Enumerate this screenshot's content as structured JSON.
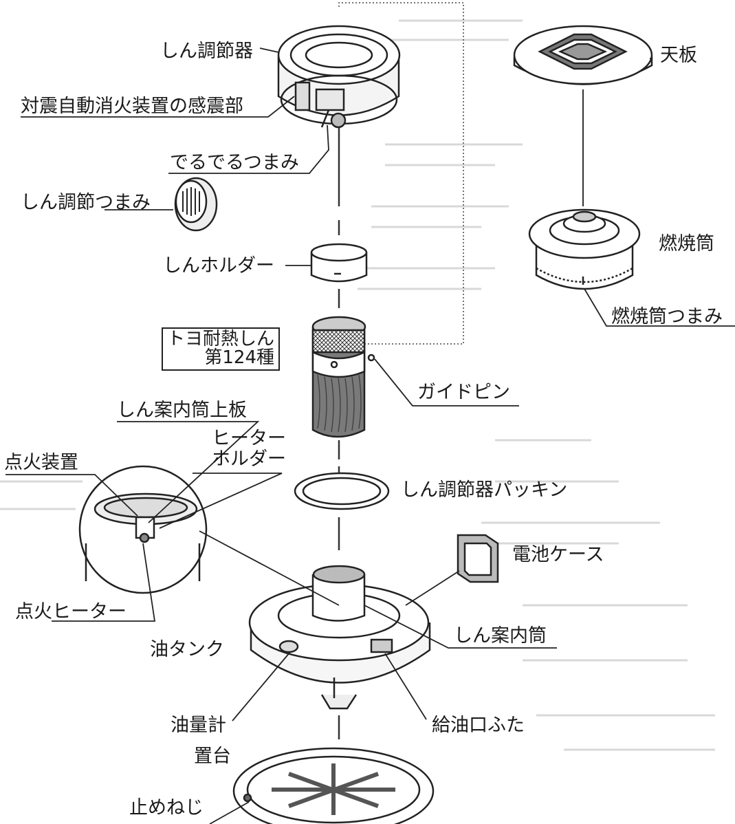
{
  "labels": {
    "shin_chousetsuki": "しん調節器",
    "kanshinbu": "対震自動消火装置の感震部",
    "deruderu": "でるでるつまみ",
    "shin_chousetsu_tsumami": "しん調節つまみ",
    "shin_holder": "しんホルダー",
    "toyo_line1": "トヨ耐熱しん",
    "toyo_line2": "第124種",
    "guide_pin": "ガイドピン",
    "shin_annaitou_jouban": "しん案内筒上板",
    "heater_holder_line1": "ヒーター",
    "heater_holder_line2": "ホルダー",
    "tenka_souchi": "点火装置",
    "packing": "しん調節器パッキン",
    "denchi_case": "電池ケース",
    "tenka_heater": "点火ヒーター",
    "abura_tank": "油タンク",
    "shin_annaitou": "しん案内筒",
    "yuryoukei": "油量計",
    "kyuyuguchi": "給油口ふた",
    "okidai": "置台",
    "tomeneji": "止めねじ",
    "tenban": "天板",
    "nenshoutou": "燃焼筒",
    "nenshoutou_tsumami": "燃焼筒つまみ"
  }
}
